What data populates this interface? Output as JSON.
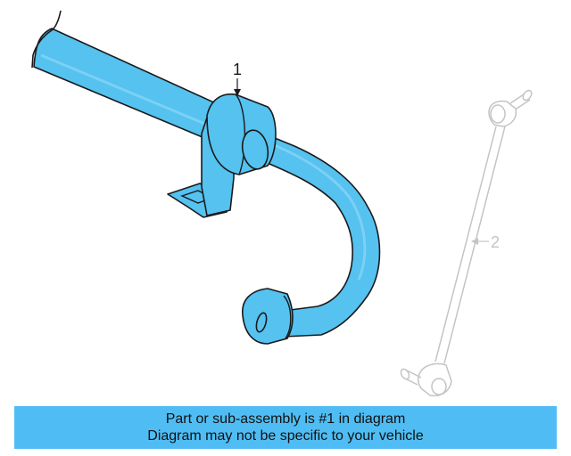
{
  "diagram": {
    "callouts": [
      {
        "number": "1",
        "part": "stabilizer-bar",
        "highlighted": true
      },
      {
        "number": "2",
        "part": "stabilizer-link",
        "highlighted": false
      }
    ]
  },
  "caption": {
    "line1": "Part or sub-assembly is #1 in diagram",
    "line2": "Diagram may not be specific to your vehicle"
  },
  "colors": {
    "part_fill": "#55c2f0",
    "outline": "#1a1a1a",
    "secondary_part": "#c4c4c4",
    "caption_bg": "#4fbdf3"
  }
}
